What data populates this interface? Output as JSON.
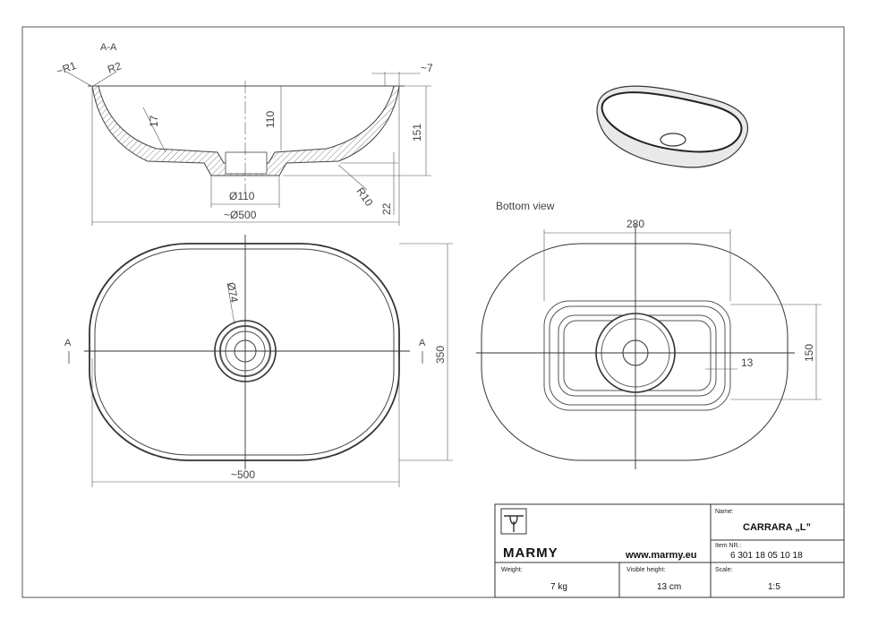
{
  "section": {
    "label": "A-A",
    "r1": "~R1",
    "r2": "R2",
    "approx7": "~7",
    "d17": "17",
    "d110": "110",
    "d151": "151",
    "d22": "22",
    "r10": "R10",
    "dia110": "Ø110",
    "dia500": "~Ø500"
  },
  "top_view": {
    "dia74": "Ø74",
    "section_a_left": "A",
    "section_a_right": "A",
    "d350": "350",
    "d500": "~500"
  },
  "bottom_view": {
    "title": "Bottom view",
    "d280": "280",
    "d150": "150",
    "d13": "13"
  },
  "title_block": {
    "brand": "MARMY",
    "website": "www.marmy.eu",
    "name_label": "Name:",
    "name_value": "CARRARA „L”",
    "item_label": "Item NR.:",
    "item_value": "6 301 18 05 10 18",
    "weight_label": "Weight:",
    "weight_value": "7 kg",
    "height_label": "Visible height:",
    "height_value": "13 cm",
    "scale_label": "Scale:",
    "scale_value": "1:5"
  }
}
